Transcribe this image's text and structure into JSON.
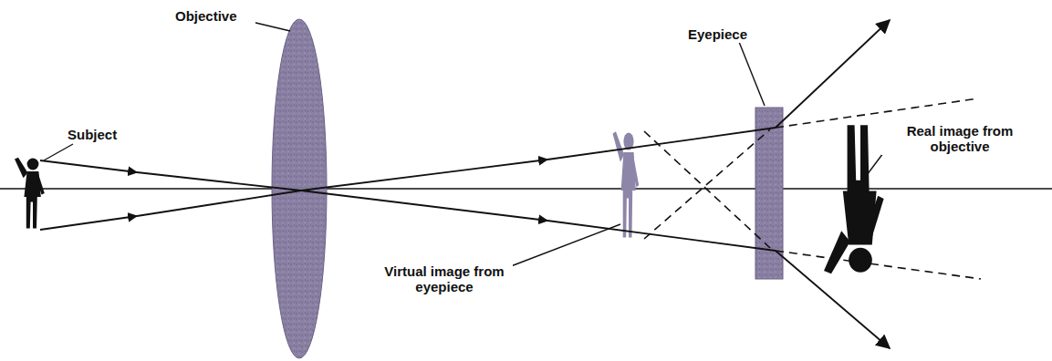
{
  "diagram": {
    "labels": [
      "Objective",
      "Subject",
      "Eyepiece",
      "Real image from objective",
      "Virtual image from eyepiece"
    ]
  }
}
